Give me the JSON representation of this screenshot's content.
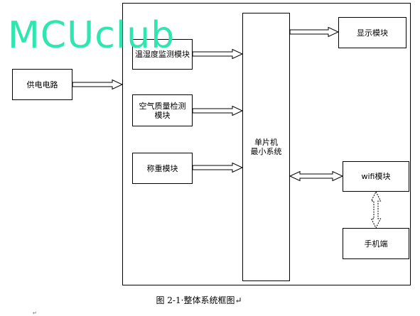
{
  "watermark": "MCUclub",
  "blocks": {
    "power": "供电电路",
    "temp_humidity": "温湿度监测模块",
    "air_quality": "空气质量检测模块",
    "weighing": "称重模块",
    "mcu_line1": "单片机",
    "mcu_line2": "最小系统",
    "display": "显示模块",
    "wifi": "wifi模块",
    "phone": "手机端"
  },
  "caption": "图 2-1·整体系统框图↵",
  "footer_mark": "↵"
}
